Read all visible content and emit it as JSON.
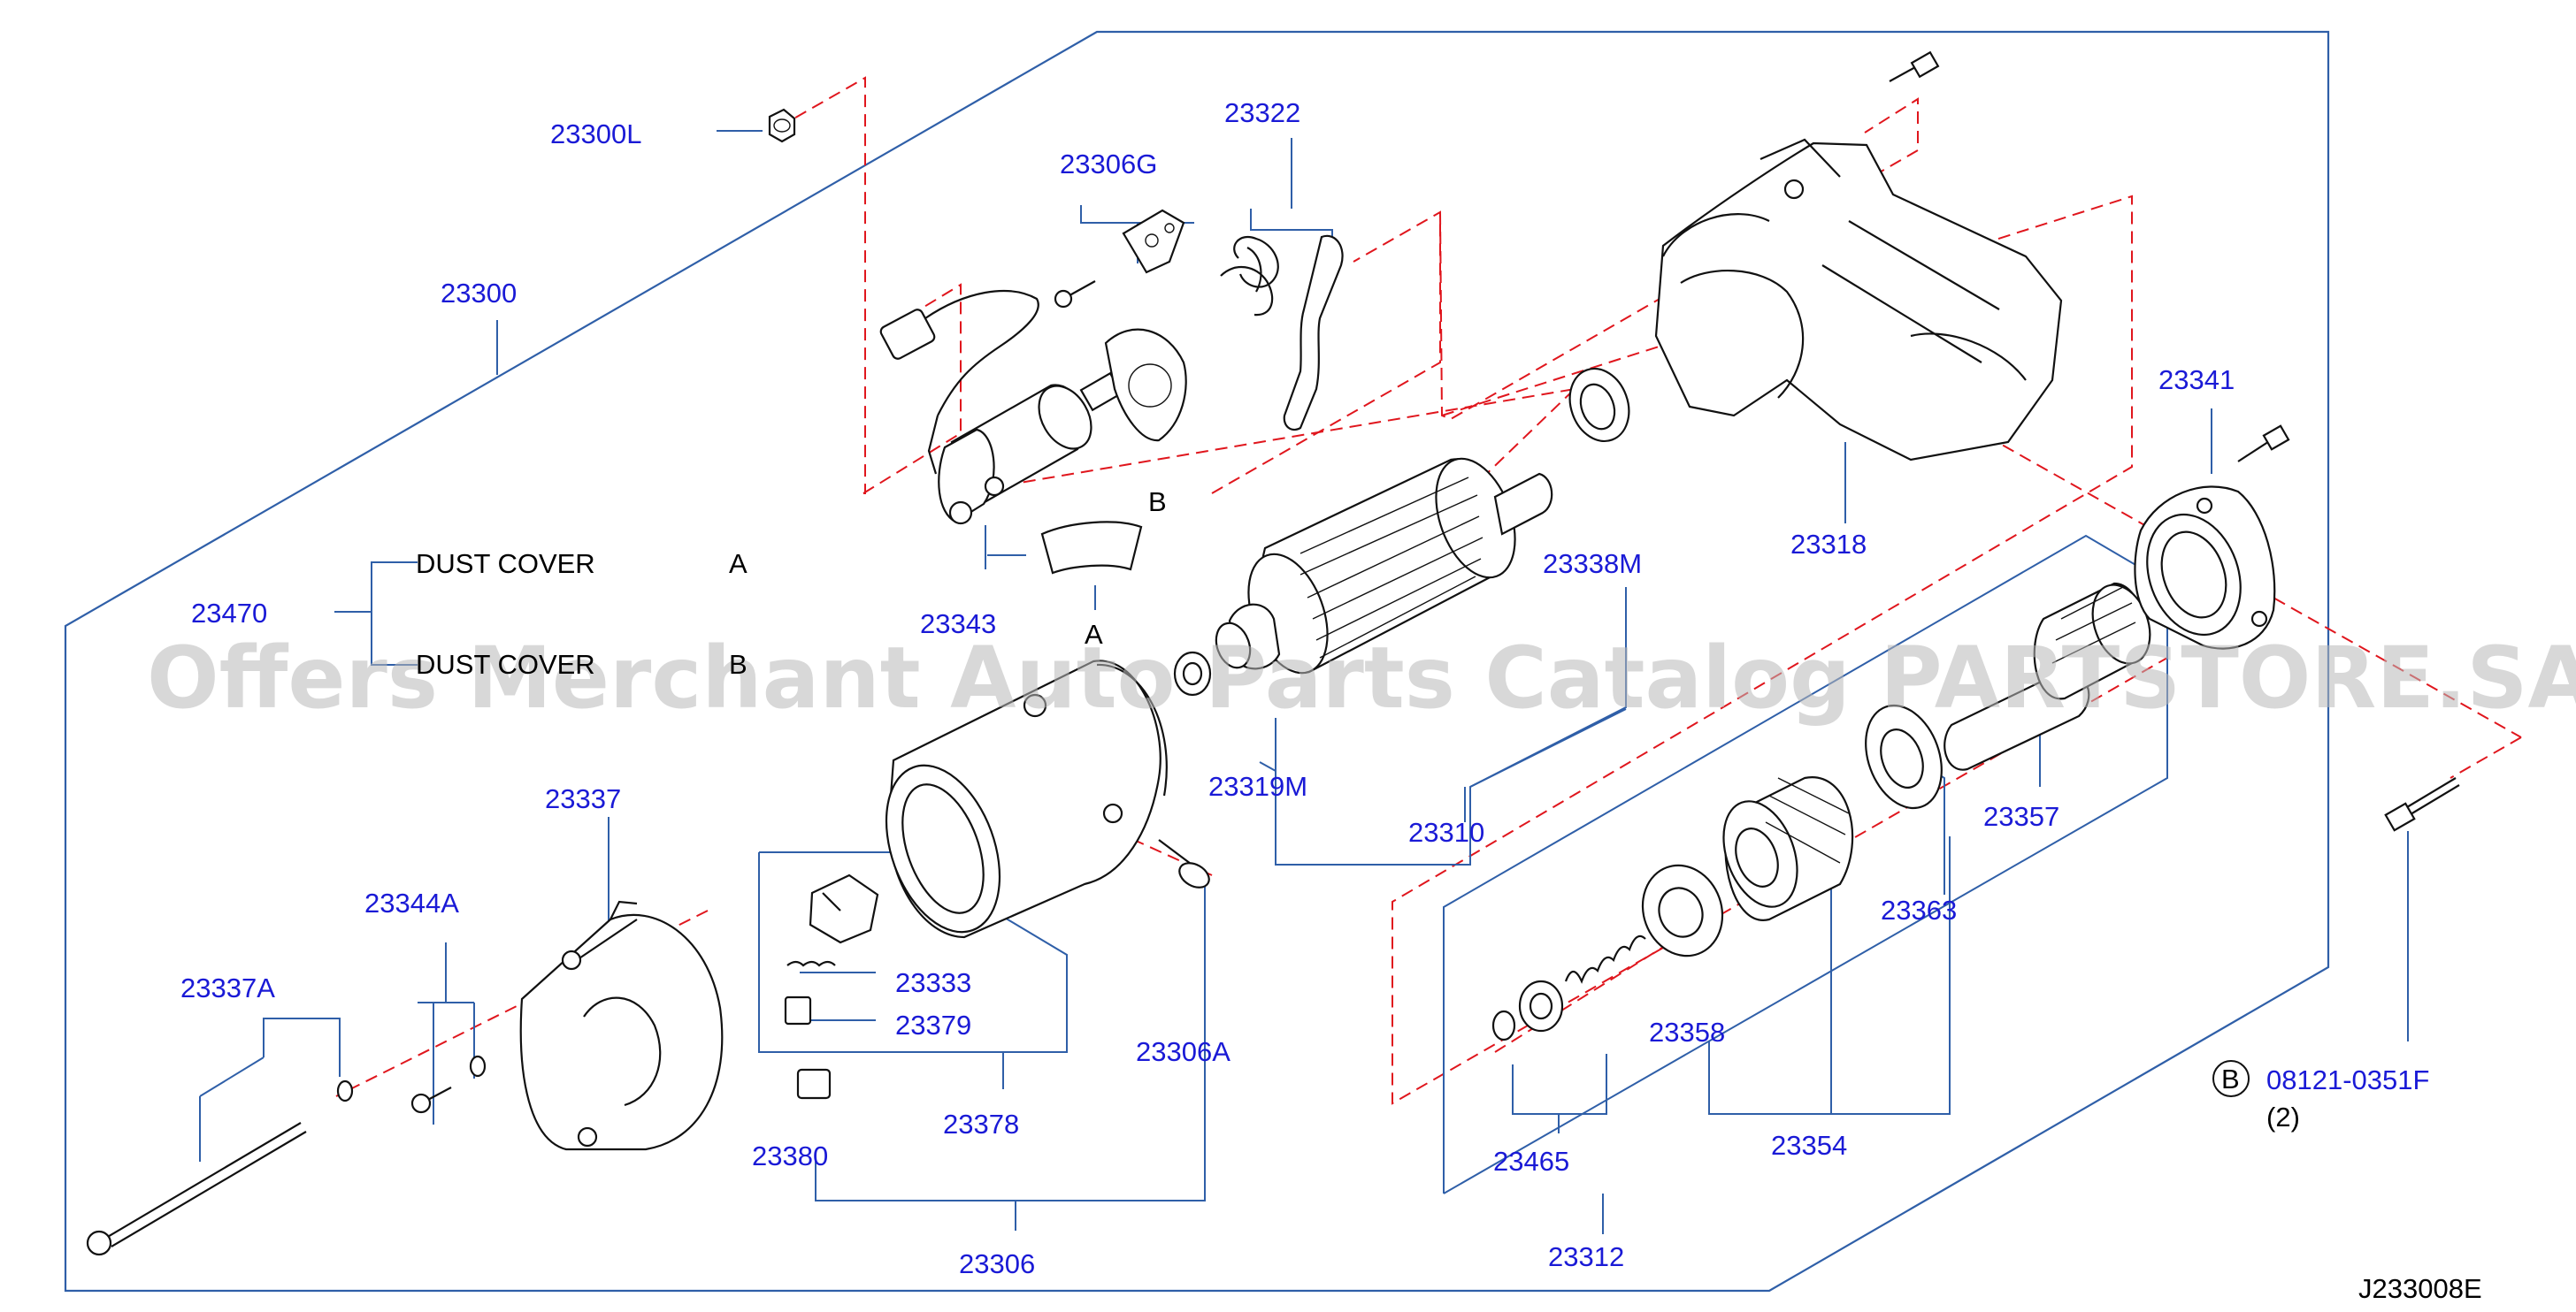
{
  "watermark": "Offers Merchant Auto Parts Catalog PARTSTORE.SA",
  "diagram_code": "J233008E",
  "labels": {
    "p23300L": "23300L",
    "p23300": "23300",
    "p23306G": "23306G",
    "p23322": "23322",
    "p23343": "23343",
    "p23470": "23470",
    "p23337": "23337",
    "p23344A": "23344A",
    "p23337A": "23337A",
    "p23333": "23333",
    "p23379": "23379",
    "p23378": "23378",
    "p23380": "23380",
    "p23306": "23306",
    "p23306A": "23306A",
    "p23319M": "23319M",
    "p23310": "23310",
    "p23338M": "23338M",
    "p23318": "23318",
    "p23341": "23341",
    "p23357": "23357",
    "p23363": "23363",
    "p23358": "23358",
    "p23354": "23354",
    "p23465": "23465",
    "p23312": "23312",
    "bolt_part": "08121-0351F",
    "bolt_qty": "(2)"
  },
  "callout_marks": {
    "circle_b": "B",
    "letter_b": "B",
    "letter_a": "A"
  },
  "dust_cover": {
    "a_name": "DUST  COVER",
    "a_letter": "A",
    "b_name": "DUST  COVER",
    "b_letter": "B"
  },
  "colors": {
    "part_number": "#1a1ad6",
    "leader_line": "#2f5fa8",
    "dashed_axis": "#e0161d",
    "watermark": "#b9b9b9"
  }
}
